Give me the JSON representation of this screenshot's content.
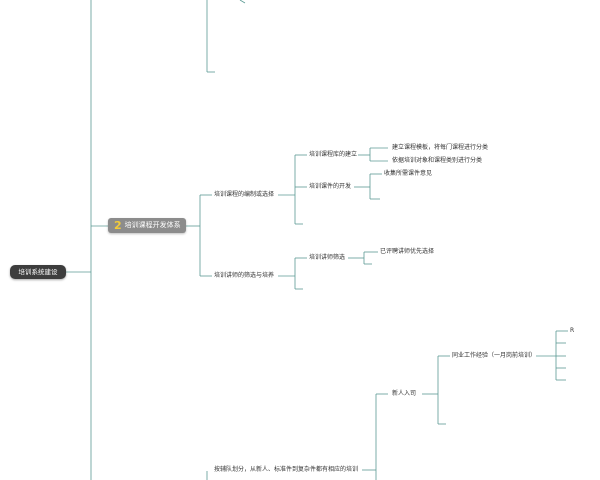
{
  "root": {
    "label": "培训系统建设"
  },
  "topic": {
    "number": "2",
    "label": "培训课程开发体系"
  },
  "nodes": {
    "course_dev_choice": "培训课程的编制或选择",
    "course_system_build": "培训课程库的建立",
    "template_category": "建立课程模板，将每门课程进行分类",
    "by_target_type": "依据培训对象和课程类别进行分类",
    "courseware_dev": "培训课件的开发",
    "collect_feedback": "收集所需课件意见",
    "trainer_selection": "培训讲师的筛选与培养",
    "trainer_screening": "培训讲师筛选",
    "priority_selection": "已评聘讲师优先选择",
    "by_level": "按辅队划分，从新人、标准件到复杂件都有相应的培训",
    "newcomer": "新人入司",
    "same_industry": "同业工作经验（一月岗前培训）",
    "cut_r": "R"
  }
}
